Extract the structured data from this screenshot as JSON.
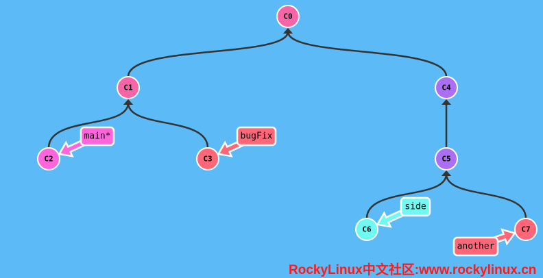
{
  "commits": [
    {
      "id": "C0",
      "color": "#f565a8",
      "parent": null
    },
    {
      "id": "C1",
      "color": "#f565a8",
      "parent": "C0"
    },
    {
      "id": "C2",
      "color": "#ff66dd",
      "parent": "C1"
    },
    {
      "id": "C3",
      "color": "#ff6677",
      "parent": "C1"
    },
    {
      "id": "C4",
      "color": "#aa6ff2",
      "parent": "C0"
    },
    {
      "id": "C5",
      "color": "#aa6ff2",
      "parent": "C4"
    },
    {
      "id": "C6",
      "color": "#6ff9f2",
      "parent": "C5"
    },
    {
      "id": "C7",
      "color": "#ff6677",
      "parent": "C5"
    }
  ],
  "branches": [
    {
      "name": "main*",
      "target": "C2",
      "color": "#ff66dd"
    },
    {
      "name": "bugFix",
      "target": "C3",
      "color": "#ff6677"
    },
    {
      "name": "side",
      "target": "C6",
      "color": "#6ff9f2"
    },
    {
      "name": "another",
      "target": "C7",
      "color": "#ff6677"
    }
  ],
  "watermark": "RockyLinux中文社区:www.rockylinux.cn",
  "colors": {
    "background": "#5cbaf6",
    "edge": "#333333"
  }
}
